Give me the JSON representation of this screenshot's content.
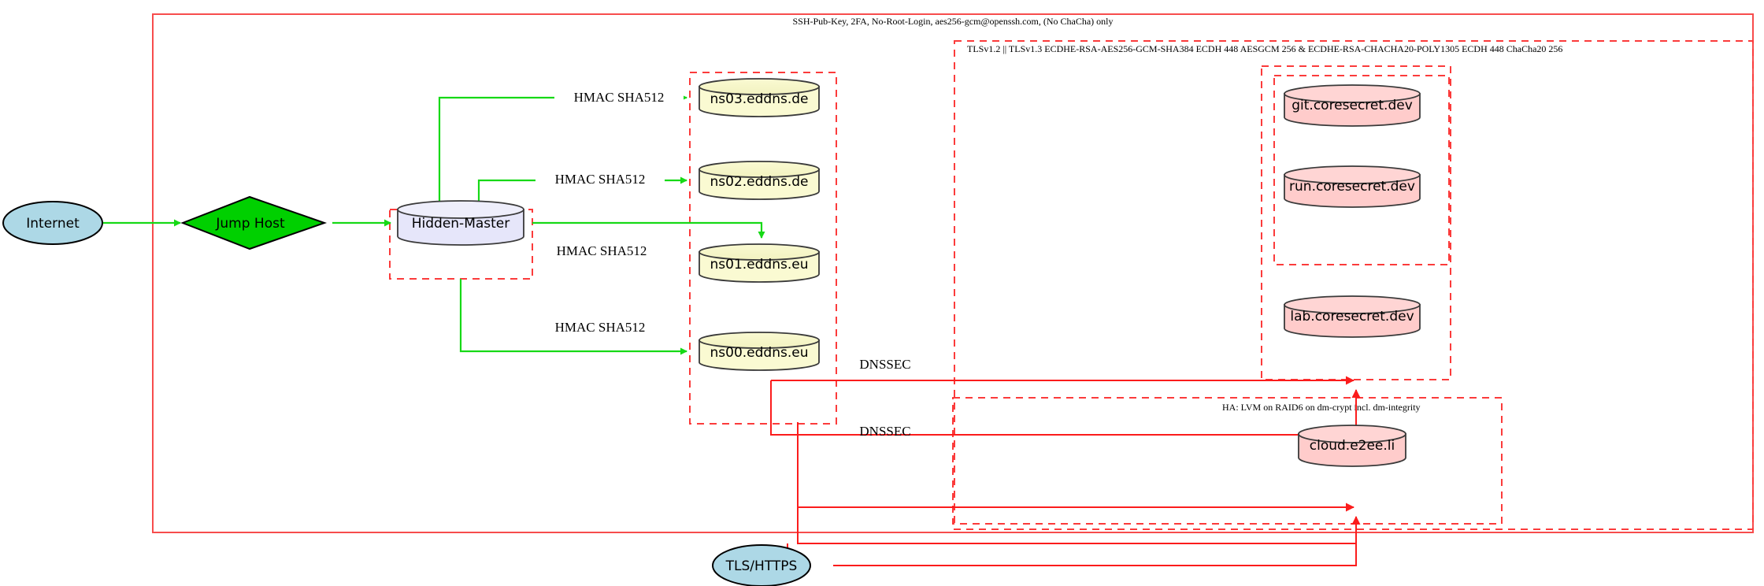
{
  "diagram": {
    "type": "network-security-architecture",
    "title_labels": {
      "ssh_zone": "SSH-Pub-Key, 2FA, No-Root-Login, aes256-gcm@openssh.com, (No ChaCha) only",
      "tls_zone": "TLSv1.2 || TLSv1.3 ECDHE-RSA-AES256-GCM-SHA384 ECDH 448 AESGCM 256 & ECDHE-RSA-CHACHA20-POLY1305 ECDH 448 ChaCha20 256",
      "ha_zone": "HA: LVM on RAID6 on dm-crypt incl. dm-integrity"
    },
    "nodes": {
      "internet": "Internet",
      "jump_host": "Jump Host",
      "hidden_master": "Hidden-Master",
      "ns03": "ns03.eddns.de",
      "ns02": "ns02.eddns.de",
      "ns01": "ns01.eddns.eu",
      "ns00": "ns00.eddns.eu",
      "git": "git.coresecret.dev",
      "run": "run.coresecret.dev",
      "lab": "lab.coresecret.dev",
      "cloud": "cloud.e2ee.li",
      "tls_https": "TLS/HTTPS"
    },
    "edge_labels": {
      "hmac_ns03": "HMAC SHA512",
      "hmac_ns02": "HMAC SHA512",
      "hmac_ns01": "HMAC SHA512",
      "hmac_ns00": "HMAC SHA512",
      "dnssec_upper": "DNSSEC",
      "dnssec_lower": "DNSSEC"
    },
    "colors": {
      "ellipse_fill": "#add8e6",
      "diamond_fill": "#00d000",
      "master_fill": "#e6e6fa",
      "dns_fill": "#fafad2",
      "service_fill": "#ffcccb",
      "green_edge": "#16d916",
      "red_edge": "#fb1c1c",
      "boundary": "#f74c4c"
    }
  }
}
